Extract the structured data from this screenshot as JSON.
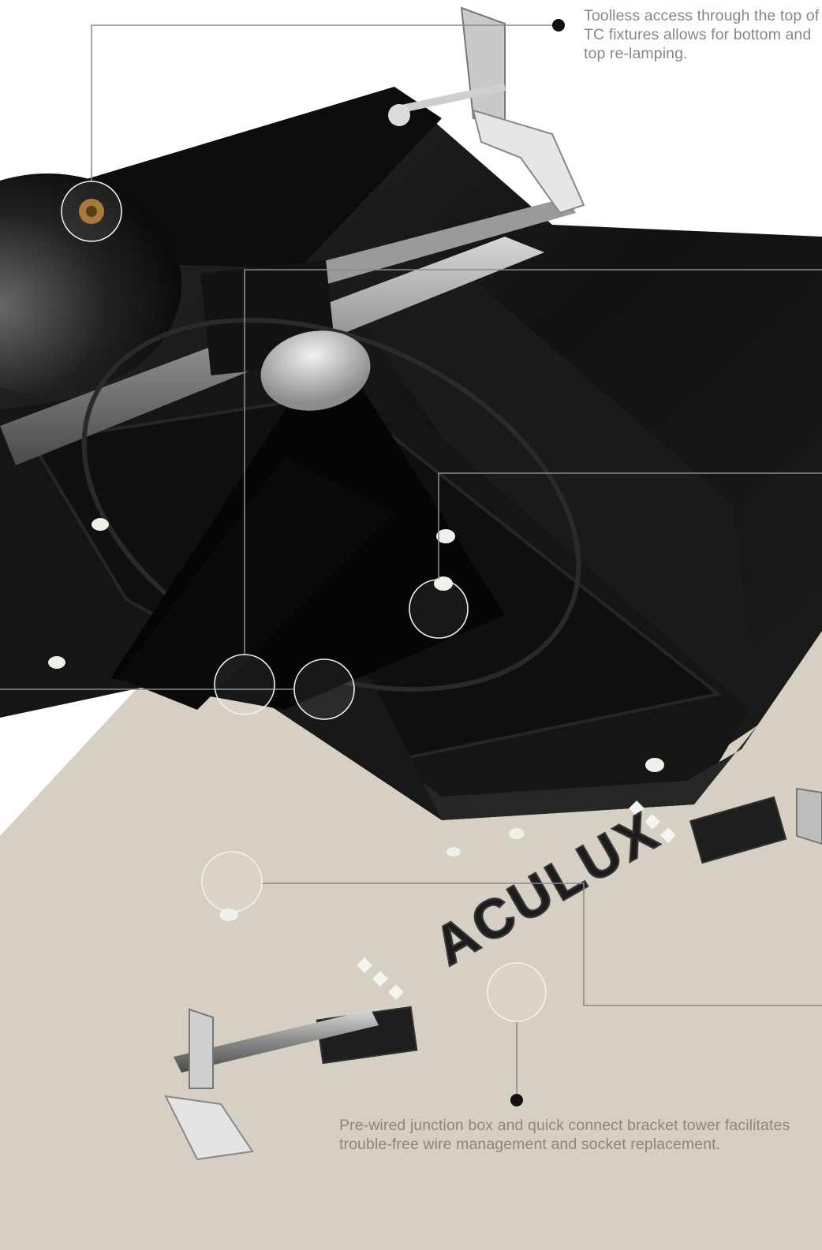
{
  "callouts": {
    "top": "Toolless access through the top of TC fixtures allows for bottom and top re-lamping.",
    "bottom": "Pre-wired junction box and quick connect bracket tower facilitates trouble-free wire management and socket replacement."
  },
  "logo_text": "ACULUX",
  "colors": {
    "background_panel": "#d6d0c4",
    "fixture_body": "#141414",
    "leader_line": "#8a8a8a",
    "callout_text": "#8c8580"
  }
}
